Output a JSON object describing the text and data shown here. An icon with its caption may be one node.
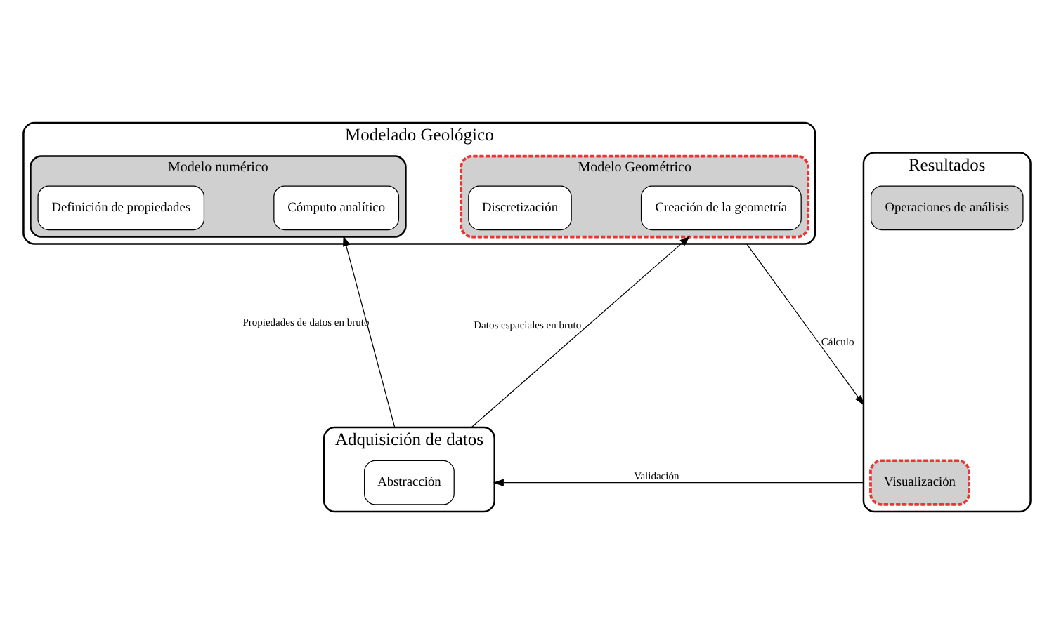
{
  "diagram": {
    "nodes": [
      {
        "text": [
          "Modelado Geológico"
        ]
      },
      {
        "text": [
          "Modelo Geométrico"
        ],
        "in": 0
      },
      {
        "text": [
          "Creación de la geometría"
        ],
        "in": 1
      },
      {
        "text": [
          "Discretización"
        ],
        "in": 1
      },
      {
        "text": [
          "Modelo numérico"
        ],
        "in": 0
      },
      {
        "text": [
          "Cómputo analítico"
        ],
        "in": 4
      },
      {
        "text": [
          "Definición de propiedades"
        ],
        "in": 4
      },
      {
        "text": [
          "Adquisición de datos"
        ]
      },
      {
        "text": [
          "Abstracción"
        ],
        "in": 7
      },
      {
        "text": [
          "Resultados"
        ]
      },
      {
        "text": [
          "Visualización"
        ],
        "in": 9
      },
      {
        "text": [
          "Operaciones de análisis"
        ],
        "in": 9
      }
    ],
    "edges": [
      {
        "from": 7,
        "to": 1,
        "arrow": "to",
        "label": "Datos espaciales en bruto"
      },
      {
        "from": 7,
        "to": 4,
        "arrow": "to",
        "label": "Propiedades de datos en bruto"
      },
      {
        "from": 0,
        "to": 9,
        "arrow": "to",
        "label": "Cálculo"
      },
      {
        "from": 9,
        "to": 7,
        "arrow": "to",
        "label": "Validación"
      }
    ]
  }
}
